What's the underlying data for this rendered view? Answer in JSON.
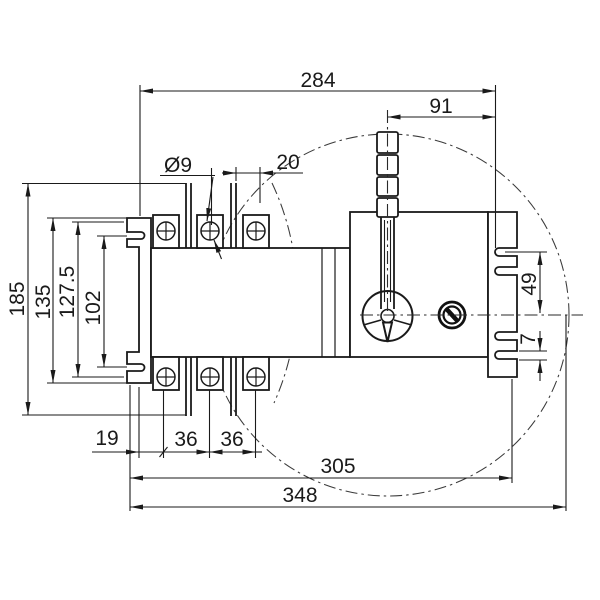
{
  "drawing": {
    "kind": "technical dimension drawing",
    "colors": {
      "line": "#1a1a1a",
      "background": "#ffffff"
    },
    "labels": {
      "d284": "284",
      "d91": "91",
      "d20": "20",
      "dia9": "Ø9",
      "d185": "185",
      "d135": "135",
      "d1275": "127.5",
      "d102": "102",
      "d49": "49",
      "d7": "7",
      "d19": "19",
      "d36a": "36",
      "d36b": "36",
      "d305": "305",
      "d348": "348"
    }
  }
}
